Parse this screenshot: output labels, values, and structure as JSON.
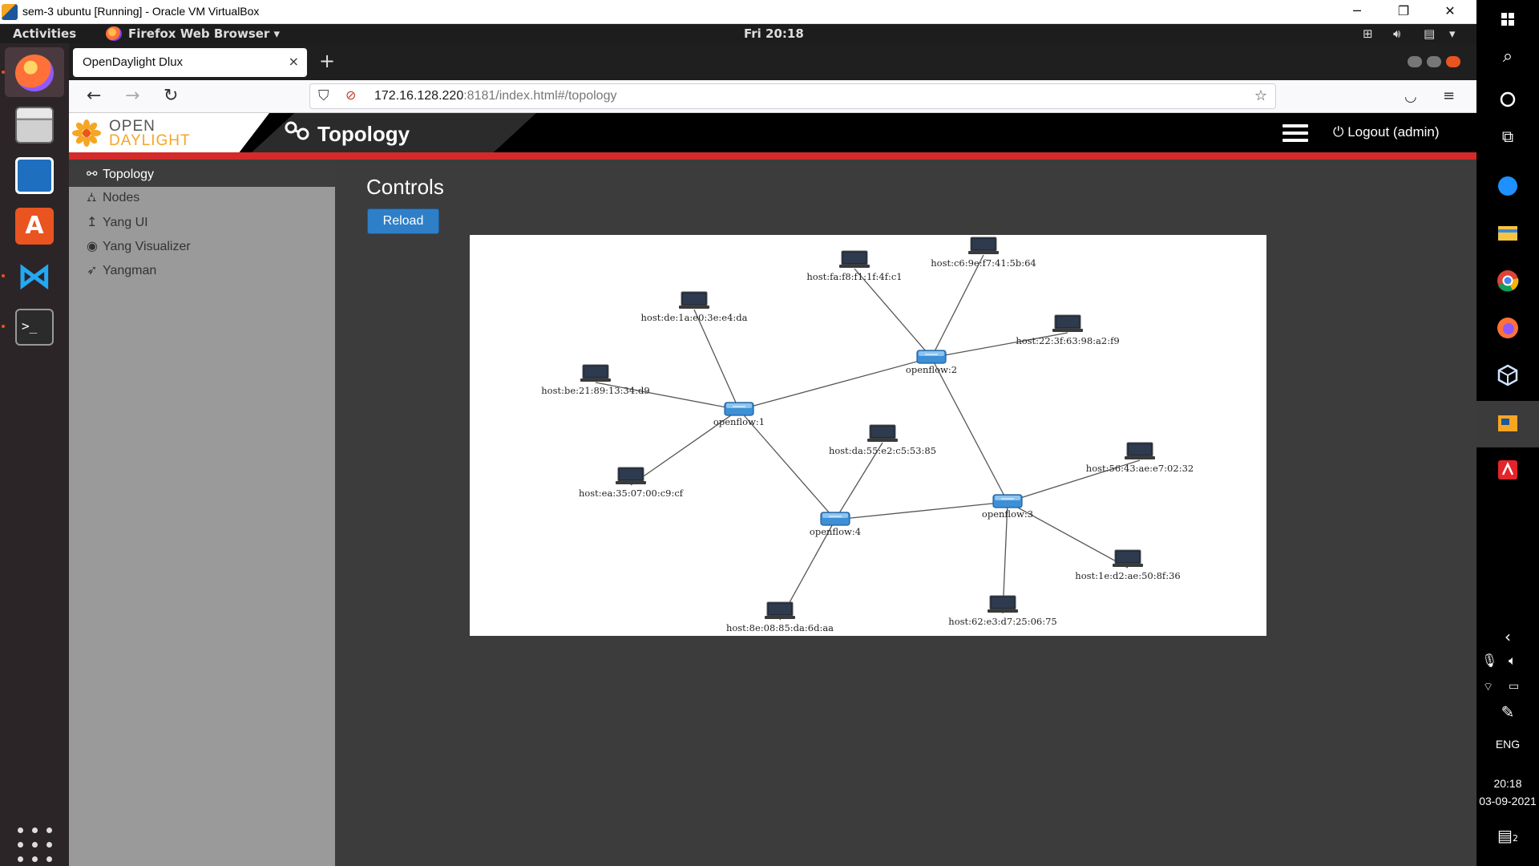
{
  "vbox": {
    "title": "sem-3 ubuntu [Running] - Oracle VM VirtualBox",
    "minimize": "─",
    "restore": "❐",
    "close": "✕"
  },
  "gnome": {
    "activities": "Activities",
    "app_menu": "Firefox Web Browser",
    "clock": "Fri 20:18"
  },
  "dock": {
    "items": [
      "firefox-icon",
      "files-icon",
      "writer-icon",
      "software-icon",
      "vscode-icon",
      "terminal-icon"
    ]
  },
  "firefox": {
    "tab_title": "OpenDaylight Dlux",
    "tab_close": "×",
    "new_tab": "+",
    "url_host": "172.16.128.220",
    "url_rest": ":8181/index.html#/topology"
  },
  "odl": {
    "logo_top": "OPEN",
    "logo_bottom": "DAYLIGHT",
    "header_title": "Topology",
    "logout": "Logout (admin)"
  },
  "sidebar": {
    "items": [
      {
        "label": "Topology",
        "icon": "topology-icon"
      },
      {
        "label": "Nodes",
        "icon": "nodes-icon"
      },
      {
        "label": "Yang UI",
        "icon": "yang-ui-icon"
      },
      {
        "label": "Yang Visualizer",
        "icon": "eye-icon"
      },
      {
        "label": "Yangman",
        "icon": "rocket-icon"
      }
    ]
  },
  "main": {
    "controls_title": "Controls",
    "reload_label": "Reload"
  },
  "topology": {
    "switches": [
      {
        "id": "sw1",
        "label": "openflow:1"
      },
      {
        "id": "sw2",
        "label": "openflow:2"
      },
      {
        "id": "sw3",
        "label": "openflow:3"
      },
      {
        "id": "sw4",
        "label": "openflow:4"
      }
    ],
    "hosts": [
      {
        "id": "h1",
        "label": "host:fa:f8:f1:1f:4f:c1"
      },
      {
        "id": "h2",
        "label": "host:c6:9e:f7:41:5b:64"
      },
      {
        "id": "h3",
        "label": "host:de:1a:e0:3e:e4:da"
      },
      {
        "id": "h4",
        "label": "host:22:3f:63:98:a2:f9"
      },
      {
        "id": "h5",
        "label": "host:be:21:89:13:34:d9"
      },
      {
        "id": "h6",
        "label": "host:da:55:e2:c5:53:85"
      },
      {
        "id": "h7",
        "label": "host:56:43:ae:e7:02:32"
      },
      {
        "id": "h8",
        "label": "host:ea:35:07:00:c9:cf"
      },
      {
        "id": "h9",
        "label": "host:1e:d2:ae:50:8f:36"
      },
      {
        "id": "h10",
        "label": "host:62:e3:d7:25:06:75"
      },
      {
        "id": "h11",
        "label": "host:8e:08:85:da:6d:aa"
      }
    ],
    "links": [
      [
        "h1",
        "sw2"
      ],
      [
        "h2",
        "sw2"
      ],
      [
        "h4",
        "sw2"
      ],
      [
        "sw1",
        "sw2"
      ],
      [
        "sw2",
        "sw3"
      ],
      [
        "h3",
        "sw1"
      ],
      [
        "h5",
        "sw1"
      ],
      [
        "h8",
        "sw1"
      ],
      [
        "sw1",
        "sw4"
      ],
      [
        "h6",
        "sw4"
      ],
      [
        "sw4",
        "sw3"
      ],
      [
        "h11",
        "sw4"
      ],
      [
        "h7",
        "sw3"
      ],
      [
        "h9",
        "sw3"
      ],
      [
        "h10",
        "sw3"
      ]
    ]
  },
  "windows": {
    "lang": "ENG",
    "time": "20:18",
    "date": "03-09-2021",
    "notifications": "2"
  }
}
